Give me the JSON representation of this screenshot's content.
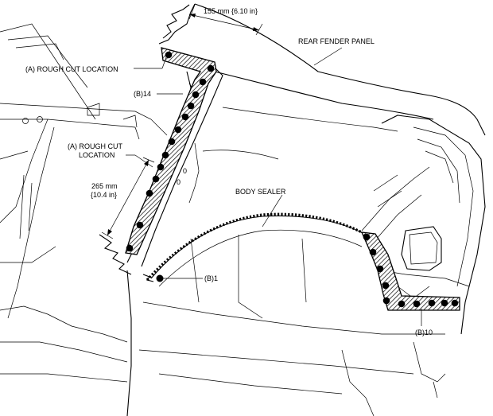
{
  "labels": {
    "top_dimension": "155 mm {6.10 in}",
    "rear_fender_panel": "REAR FENDER PANEL",
    "rough_cut_top": "(A) ROUGH CUT LOCATION",
    "b14": "(B)14",
    "rough_cut_mid_line1": "(A) ROUGH CUT",
    "rough_cut_mid_line2": "LOCATION",
    "side_dimension_line1": "265 mm",
    "side_dimension_line2": "{10.4 in}",
    "body_sealer": "BODY SEALER",
    "b1": "(B)1",
    "b10": "(B)10",
    "zero_a": "0",
    "zero_b": "0"
  },
  "weld_points": {
    "b14_count": 14,
    "b1_count": 1,
    "b10_count": 10
  }
}
